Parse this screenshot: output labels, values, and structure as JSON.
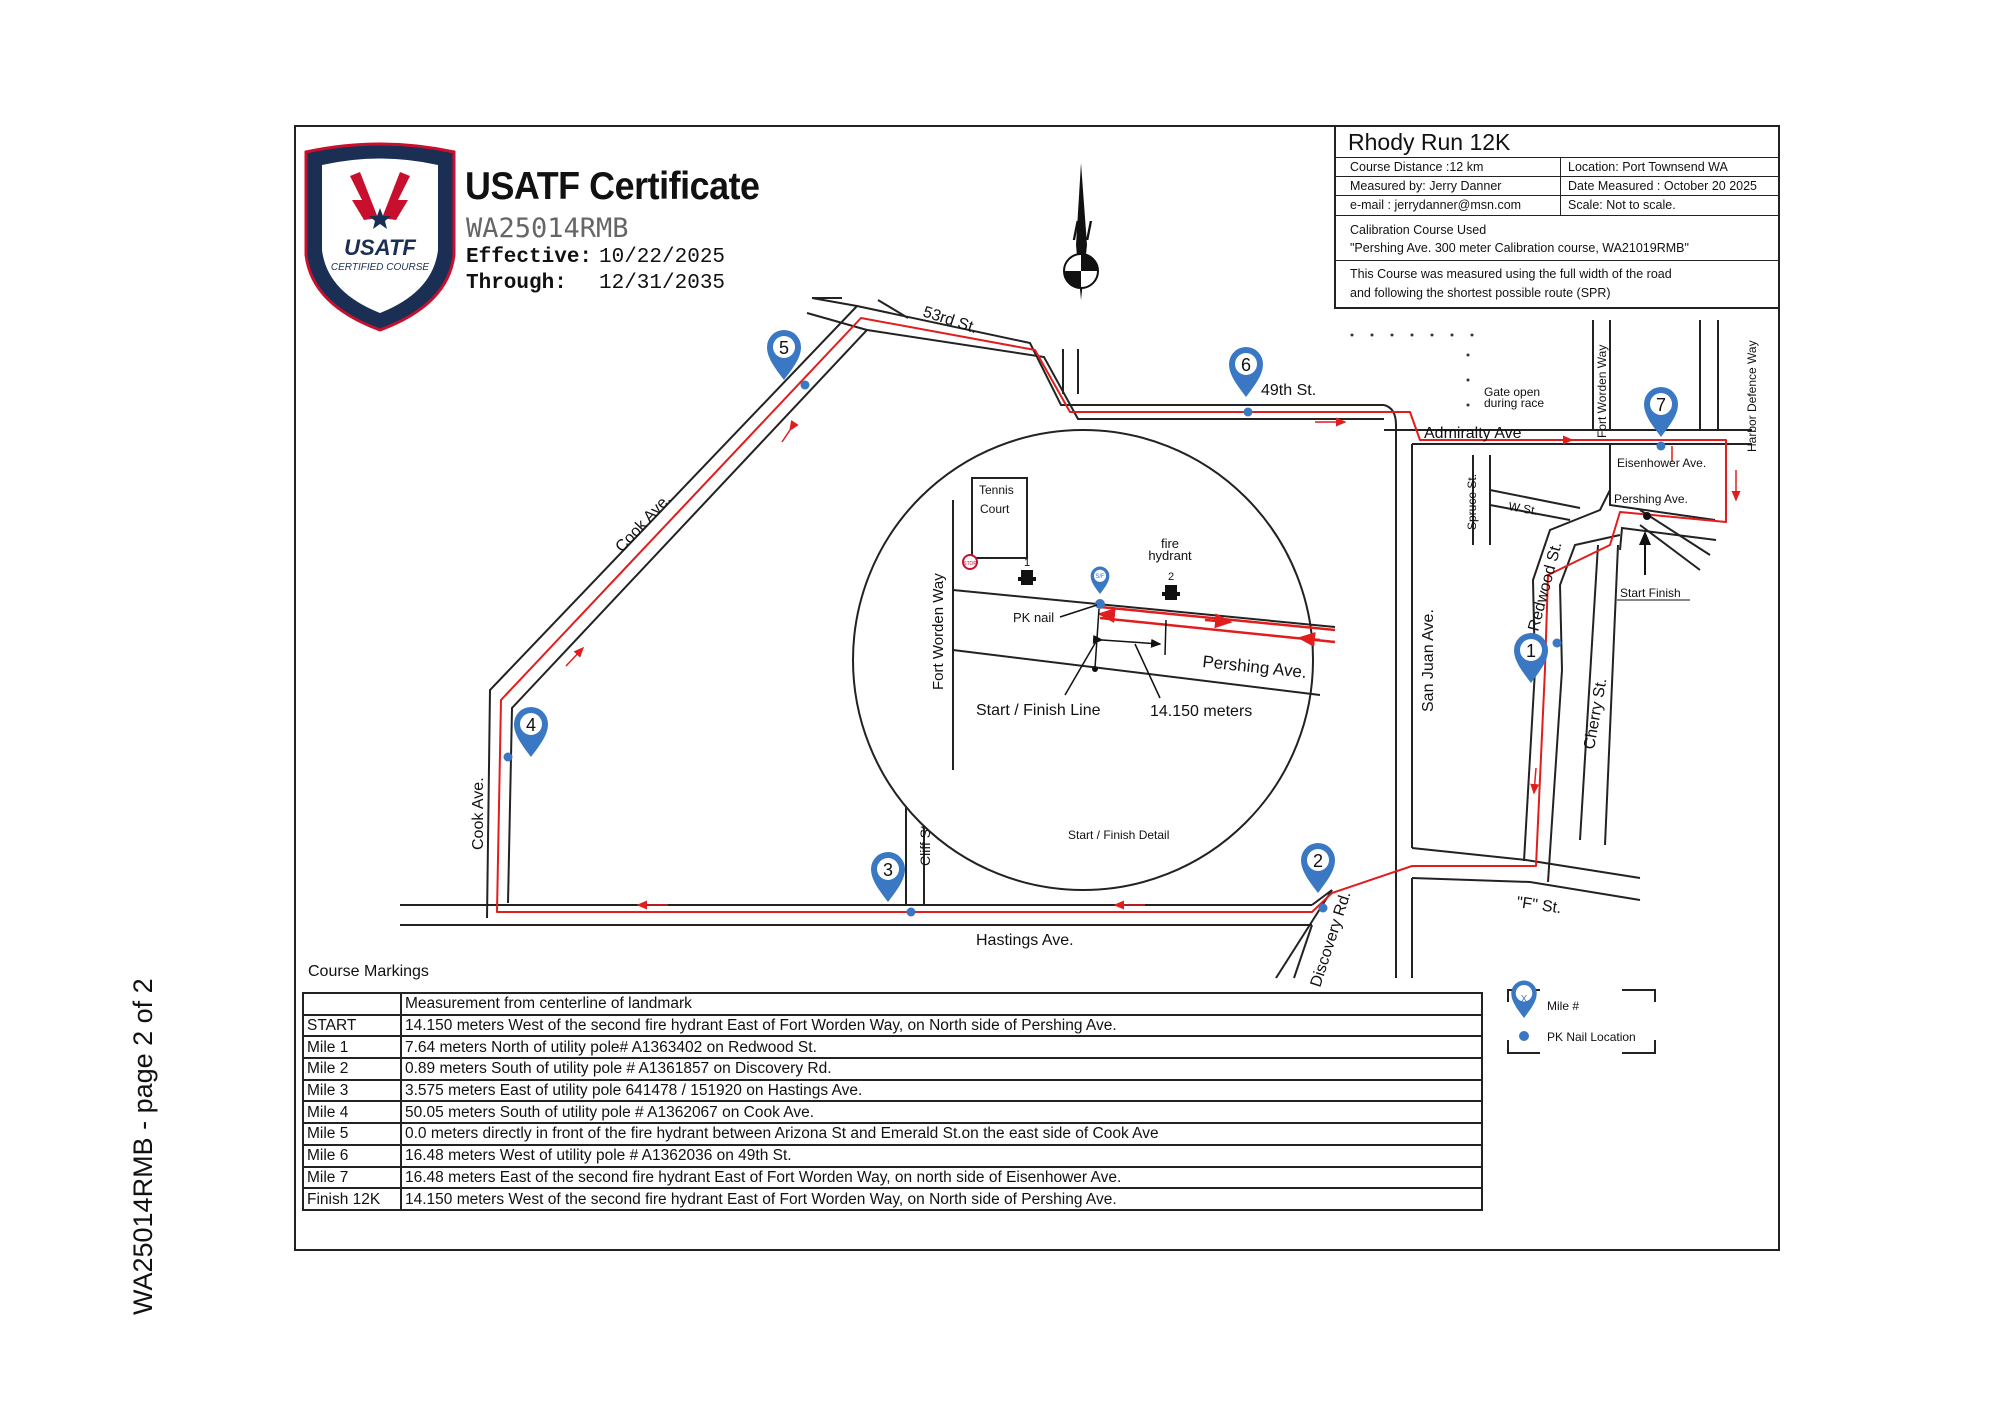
{
  "side_label": "WA25014RMB - page 2 of 2",
  "certificate": {
    "badge_text": "USATF",
    "badge_subtext": "CERTIFIED COURSE",
    "title": "USATF Certificate",
    "number": "WA25014RMB",
    "effective_label": "Effective:",
    "effective_date": "10/22/2025",
    "through_label": "Through:",
    "through_date": "12/31/2035"
  },
  "north_arrow": {
    "label": "N"
  },
  "info": {
    "title": "Rhody Run 12K",
    "course_distance": "Course Distance :12 km",
    "location": "Location: Port Townsend WA",
    "measured_by": "Measured by:  Jerry Danner",
    "date_measured": "Date Measured : October 20 2025",
    "email": "e-mail : jerrydanner@msn.com",
    "scale": "Scale: Not to scale.",
    "calibration_heading": "Calibration Course Used",
    "calibration_course": "\"Pershing Ave. 300 meter Calibration course, WA21019RMB\"",
    "spr_note_1": "This Course was measured using the full width of the road",
    "spr_note_2": "and following the shortest possible route (SPR)"
  },
  "streets": {
    "s53rd": "53rd St.",
    "s49th": "49th St.",
    "cook_upper": "Cook Ave.",
    "cook_lower": "Cook Ave.",
    "admiralty": "Admiralty Ave",
    "san_juan": "San Juan Ave.",
    "spruce": "Spruce St.",
    "w_st": "W St.",
    "redwood": "Redwood St.",
    "cherry": "Cherry St.",
    "f_st": "\"F\" St.",
    "hastings": "Hastings Ave.",
    "discovery": "Discovery Rd.",
    "cliff": "Cliff St.",
    "fort_worden_top": "Fort Worden Way",
    "harbor_defence": "Harbor Defence Way",
    "eisenhower": "Eisenhower Ave.",
    "pershing_top": "Pershing Ave.",
    "gate_1": "Gate open",
    "gate_2": "during race",
    "start_finish": "Start Finish"
  },
  "detail": {
    "tennis_1": "Tennis",
    "tennis_2": "Court",
    "fort_worden": "Fort Worden Way",
    "stop": "STOP",
    "hydrant_1_num": "1",
    "hydrant_2_num": "2",
    "fire_1": "fire",
    "fire_2": "hydrant",
    "pk_nail": "PK nail",
    "sf_pin": "S/F",
    "pershing": "Pershing Ave.",
    "sf_line": "Start / Finish Line",
    "distance": "14.150 meters",
    "caption": "Start / Finish Detail"
  },
  "mile_markers": [
    "1",
    "2",
    "3",
    "4",
    "5",
    "6",
    "7"
  ],
  "markings": {
    "label": "Course Markings",
    "header": "Measurement from centerline of landmark",
    "rows": [
      {
        "mark": "START",
        "desc": " 14.150 meters  West of the second fire hydrant  East of Fort Worden Way, on North side of Pershing Ave."
      },
      {
        "mark": "Mile 1",
        "desc": "7.64 meters North of utility pole# A1363402 on Redwood St."
      },
      {
        "mark": "Mile 2",
        "desc": "0.89 meters South of utility pole # A1361857 on Discovery Rd."
      },
      {
        "mark": "Mile 3",
        "desc": "3.575 meters  East of utility pole 641478 / 151920 on Hastings Ave."
      },
      {
        "mark": "Mile 4",
        "desc": "50.05 meters South of utility pole # A1362067 on Cook Ave."
      },
      {
        "mark": "Mile 5",
        "desc": "0.0 meters directly in front of the fire hydrant  between Arizona St and Emerald St.on the east side of Cook Ave"
      },
      {
        "mark": "Mile 6",
        "desc": " 16.48 meters  West of  utility pole # A1362036 on 49th St."
      },
      {
        "mark": "Mile 7",
        "desc": "16.48 meters  East of  the second fire hydrant East of Fort Worden Way, on north side of Eisenhower Ave."
      },
      {
        "mark": "Finish 12K",
        "desc": "14.150 meters West of the second fire hydrant  East of Fort Worden Way, on North side of Pershing Ave."
      }
    ]
  },
  "legend": {
    "mile_label": "Mile #",
    "pin_symbol": "X",
    "pk_label": "PK Nail Location"
  },
  "colors": {
    "route": "#e11d1d",
    "marker": "#3a78c4",
    "street": "#222222",
    "badge_navy": "#1b2f55",
    "badge_red": "#c8102e"
  }
}
